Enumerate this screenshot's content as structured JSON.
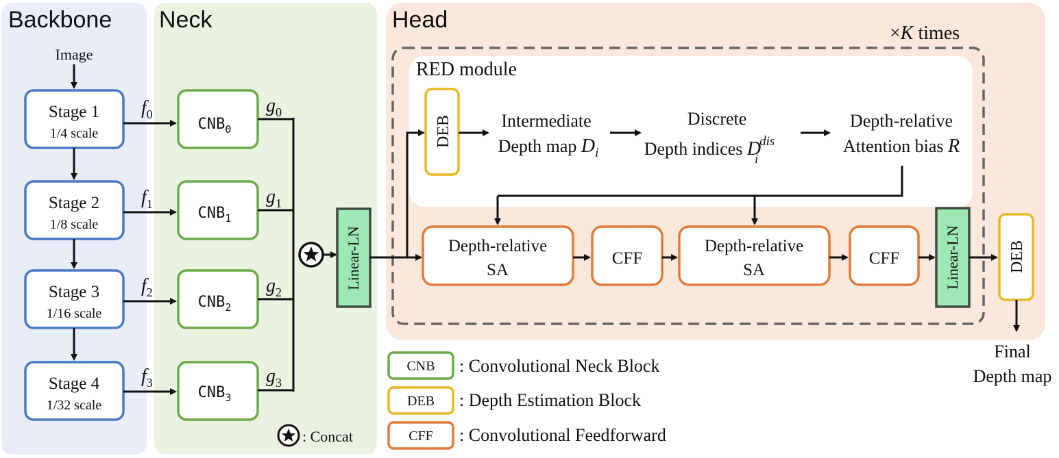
{
  "sections": {
    "backbone": "Backbone",
    "neck": "Neck",
    "head": "Head"
  },
  "input_label": "Image",
  "stages": [
    {
      "name": "Stage 1",
      "scale": "1/4 scale",
      "feature": "f",
      "idx": "0"
    },
    {
      "name": "Stage 2",
      "scale": "1/8 scale",
      "feature": "f",
      "idx": "1"
    },
    {
      "name": "Stage 3",
      "scale": "1/16 scale",
      "feature": "f",
      "idx": "2"
    },
    {
      "name": "Stage 4",
      "scale": "1/32 scale",
      "feature": "f",
      "idx": "3"
    }
  ],
  "cnbs": [
    {
      "name": "CNB",
      "idx": "0",
      "out": "g",
      "out_idx": "0"
    },
    {
      "name": "CNB",
      "idx": "1",
      "out": "g",
      "out_idx": "1"
    },
    {
      "name": "CNB",
      "idx": "2",
      "out": "g",
      "out_idx": "2"
    },
    {
      "name": "CNB",
      "idx": "3",
      "out": "g",
      "out_idx": "3"
    }
  ],
  "linear_ln": "Linear-LN",
  "repeat": {
    "prefix": "×",
    "var": "K",
    "suffix": " times"
  },
  "red": {
    "title": "RED module",
    "deb": "DEB",
    "intermediate": {
      "line1": "Intermediate",
      "line2": "Depth map ",
      "var": "D",
      "sub": "i"
    },
    "discrete": {
      "line1": "Discrete",
      "line2": "Depth indices ",
      "var": "D",
      "sub": "i",
      "sup": "dis"
    },
    "bias": {
      "line1": "Depth-relative",
      "line2": "Attention bias ",
      "var": "R"
    }
  },
  "head_blocks": {
    "sa1": {
      "line1": "Depth-relative",
      "line2": "SA"
    },
    "cff1": "CFF",
    "sa2": {
      "line1": "Depth-relative",
      "line2": "SA"
    },
    "cff2": "CFF",
    "linear_ln": "Linear-LN",
    "deb_final": "DEB"
  },
  "output": {
    "line1": "Final",
    "line2": "Depth map"
  },
  "legend": [
    {
      "key": "CNB",
      "desc": ": Convolutional Neck Block",
      "color": "#6aaa47"
    },
    {
      "key": "DEB",
      "desc": ": Depth Estimation Block",
      "color": "#e8b923"
    },
    {
      "key": "CFF",
      "desc": ": Convolutional Feedforward",
      "color": "#e07b39"
    }
  ],
  "concat_label": ": Concat",
  "colors": {
    "backbone_bg": "#e9edf8",
    "neck_bg": "#eaf3e2",
    "head_bg": "#fbe8dc",
    "stage_border": "#4a7ac4",
    "cnb_border": "#6aaa47",
    "deb_border": "#e8b923",
    "cff_border": "#e07b39",
    "linear_fill": "#9ee8b5",
    "linear_border": "#3f4a40"
  }
}
